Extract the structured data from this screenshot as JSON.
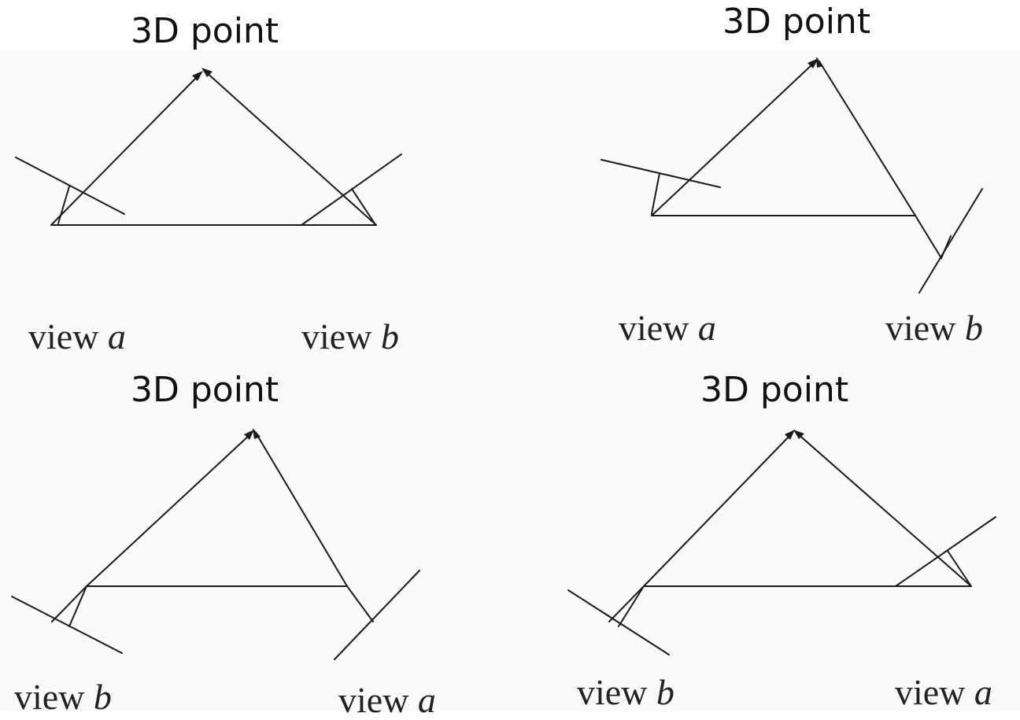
{
  "panels": [
    {
      "point_label": "3D point",
      "left_view": {
        "word": "view",
        "var": "a"
      },
      "right_view": {
        "word": "view",
        "var": "b"
      }
    },
    {
      "point_label": "3D point",
      "left_view": {
        "word": "view",
        "var": "a"
      },
      "right_view": {
        "word": "view",
        "var": "b"
      }
    },
    {
      "point_label": "3D point",
      "left_view": {
        "word": "view",
        "var": "b"
      },
      "right_view": {
        "word": "view",
        "var": "a"
      }
    },
    {
      "point_label": "3D point",
      "left_view": {
        "word": "view",
        "var": "b"
      },
      "right_view": {
        "word": "view",
        "var": "a"
      }
    }
  ]
}
